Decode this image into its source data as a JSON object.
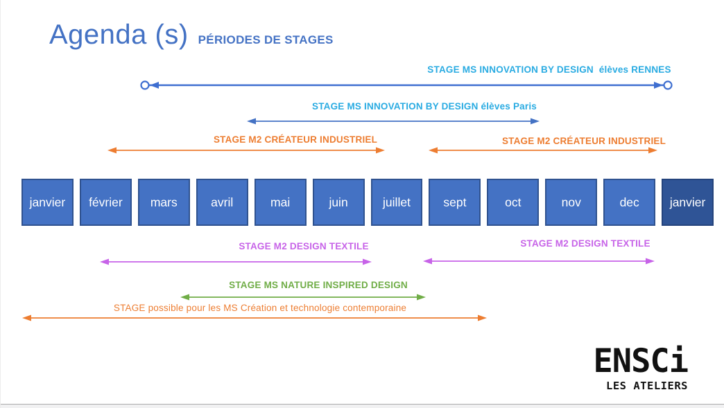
{
  "slide": {
    "title": "Agenda (s)",
    "subtitle": "PÉRIODES DE STAGES"
  },
  "stages": {
    "rennes": {
      "label": "STAGE MS INNOVATION BY DESIGN  élèves RENNES",
      "color": "#29ABE2",
      "line_color": "#3E6ED0",
      "style": "line-with-circle-ends"
    },
    "paris": {
      "label": "STAGE MS INNOVATION BY DESIGN élèves Paris",
      "color": "#29ABE2",
      "line_color": "#4472C4",
      "style": "double-arrow"
    },
    "createur_left": {
      "label": "STAGE M2 CRÉATEUR INDUSTRIEL",
      "color": "#ED7D31",
      "line_color": "#ED7D31",
      "style": "double-arrow"
    },
    "createur_right": {
      "label": "STAGE M2 CRÉATEUR INDUSTRIEL",
      "color": "#ED7D31",
      "line_color": "#ED7D31",
      "style": "double-arrow"
    },
    "textile_left": {
      "label": "STAGE M2 DESIGN TEXTILE",
      "color": "#C763E8",
      "line_color": "#C763E8",
      "style": "double-arrow"
    },
    "textile_right": {
      "label": "STAGE M2 DESIGN TEXTILE",
      "color": "#C763E8",
      "line_color": "#C763E8",
      "style": "double-arrow"
    },
    "nature": {
      "label": "STAGE MS NATURE INSPIRED DESIGN",
      "color": "#70AD47",
      "line_color": "#70AD47",
      "style": "double-arrow"
    },
    "possible": {
      "label": "STAGE possible pour les MS Création et technologie contemporaine",
      "color": "#ED7D31",
      "line_color": "#ED7D31",
      "style": "double-arrow"
    }
  },
  "months": [
    "janvier",
    "février",
    "mars",
    "avril",
    "mai",
    "juin",
    "juillet",
    "sept",
    "oct",
    "nov",
    "dec",
    "janvier"
  ],
  "logo": {
    "name": "ENSCi",
    "tagline": "LES ATELIERS"
  },
  "colors": {
    "title_blue": "#4472C4",
    "cyan_label": "#29ABE2",
    "orange": "#ED7D31",
    "magenta": "#C763E8",
    "green": "#70AD47",
    "month_fill": "#4472C4",
    "month_border": "#2F528F",
    "month_fill_dark": "#2F5496"
  }
}
